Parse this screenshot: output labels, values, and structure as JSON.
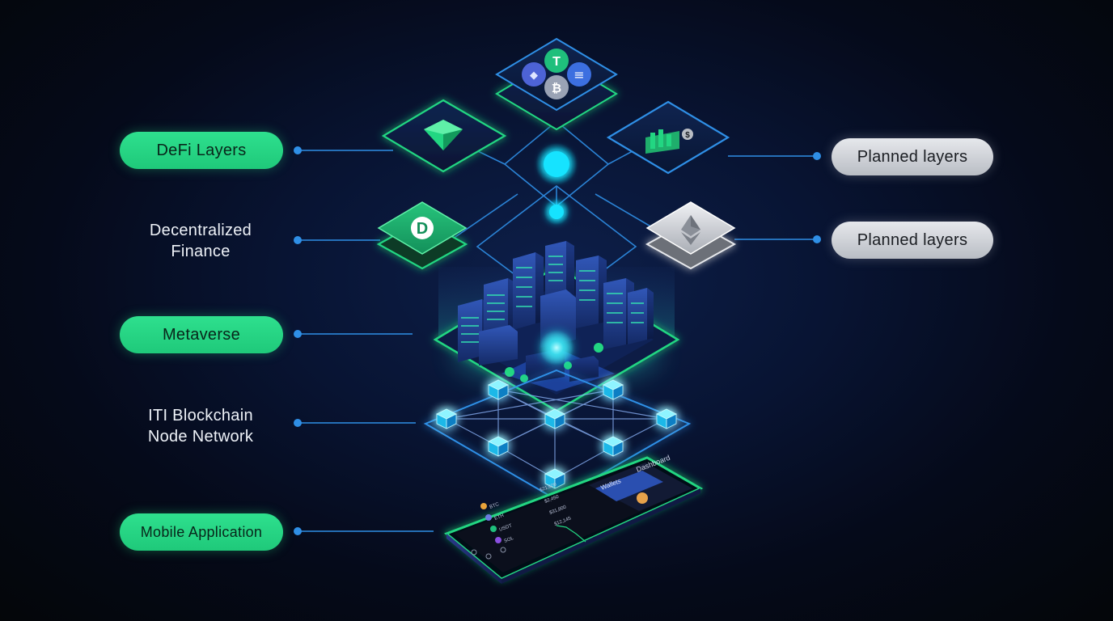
{
  "labels": {
    "defi_layers": "DeFi  Layers",
    "decentralized_finance": [
      "Decentralized",
      "Finance"
    ],
    "metaverse": "Metaverse",
    "node_network": [
      "ITI Blockchain",
      "Node Network"
    ],
    "mobile_application": "Mobile Application",
    "planned_layers_1": "Planned layers",
    "planned_layers_2": "Planned layers"
  },
  "coin_glyphs": {
    "tether": "T",
    "ethereum": "◆",
    "solana": "≡",
    "bitcoin": "₿",
    "dollar": "$",
    "d_token": "D"
  },
  "phone_screen": {
    "header": "Dashboard",
    "card_label": "Wallets",
    "rows": [
      {
        "coin": "BTC",
        "value": "$21,600"
      },
      {
        "coin": "ETH",
        "value": "$2,450"
      },
      {
        "coin": "USDT",
        "value": "$31,800"
      },
      {
        "coin": "SOL",
        "value": "$12,145"
      }
    ]
  },
  "colors": {
    "accent_green": "#22d682",
    "accent_cyan": "#19e3ff",
    "connector_blue": "#2f8fe6",
    "silver": "#c9ccd2",
    "background": "#050a1a"
  },
  "icons": [
    "tether-coin-icon",
    "ethereum-coin-icon",
    "solana-coin-icon",
    "bitcoin-coin-icon",
    "emerald-diamond-icon",
    "bar-chart-dollar-icon",
    "d-token-icon",
    "ethereum-silver-icon",
    "node-cube-icon",
    "city-building-icon",
    "smartphone-icon"
  ]
}
